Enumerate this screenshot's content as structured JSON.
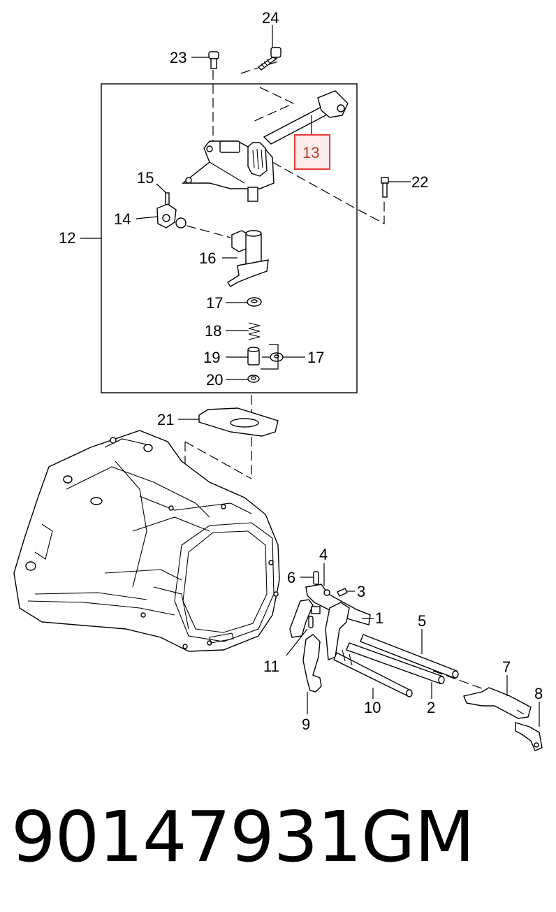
{
  "callouts": {
    "c1": "1",
    "c2": "2",
    "c3": "3",
    "c4": "4",
    "c5": "5",
    "c6": "6",
    "c7": "7",
    "c8": "8",
    "c9": "9",
    "c10": "10",
    "c11": "11",
    "c12": "12",
    "c13": "13",
    "c14": "14",
    "c15": "15",
    "c16": "16",
    "c17": "17",
    "c17b": "17",
    "c18": "18",
    "c19": "19",
    "c20": "20",
    "c21": "21",
    "c22": "22",
    "c23": "23",
    "c24": "24"
  },
  "highlight": {
    "part": "13",
    "color": "#e53935"
  },
  "footer": {
    "part_number": "90147931",
    "brand": "GM"
  }
}
